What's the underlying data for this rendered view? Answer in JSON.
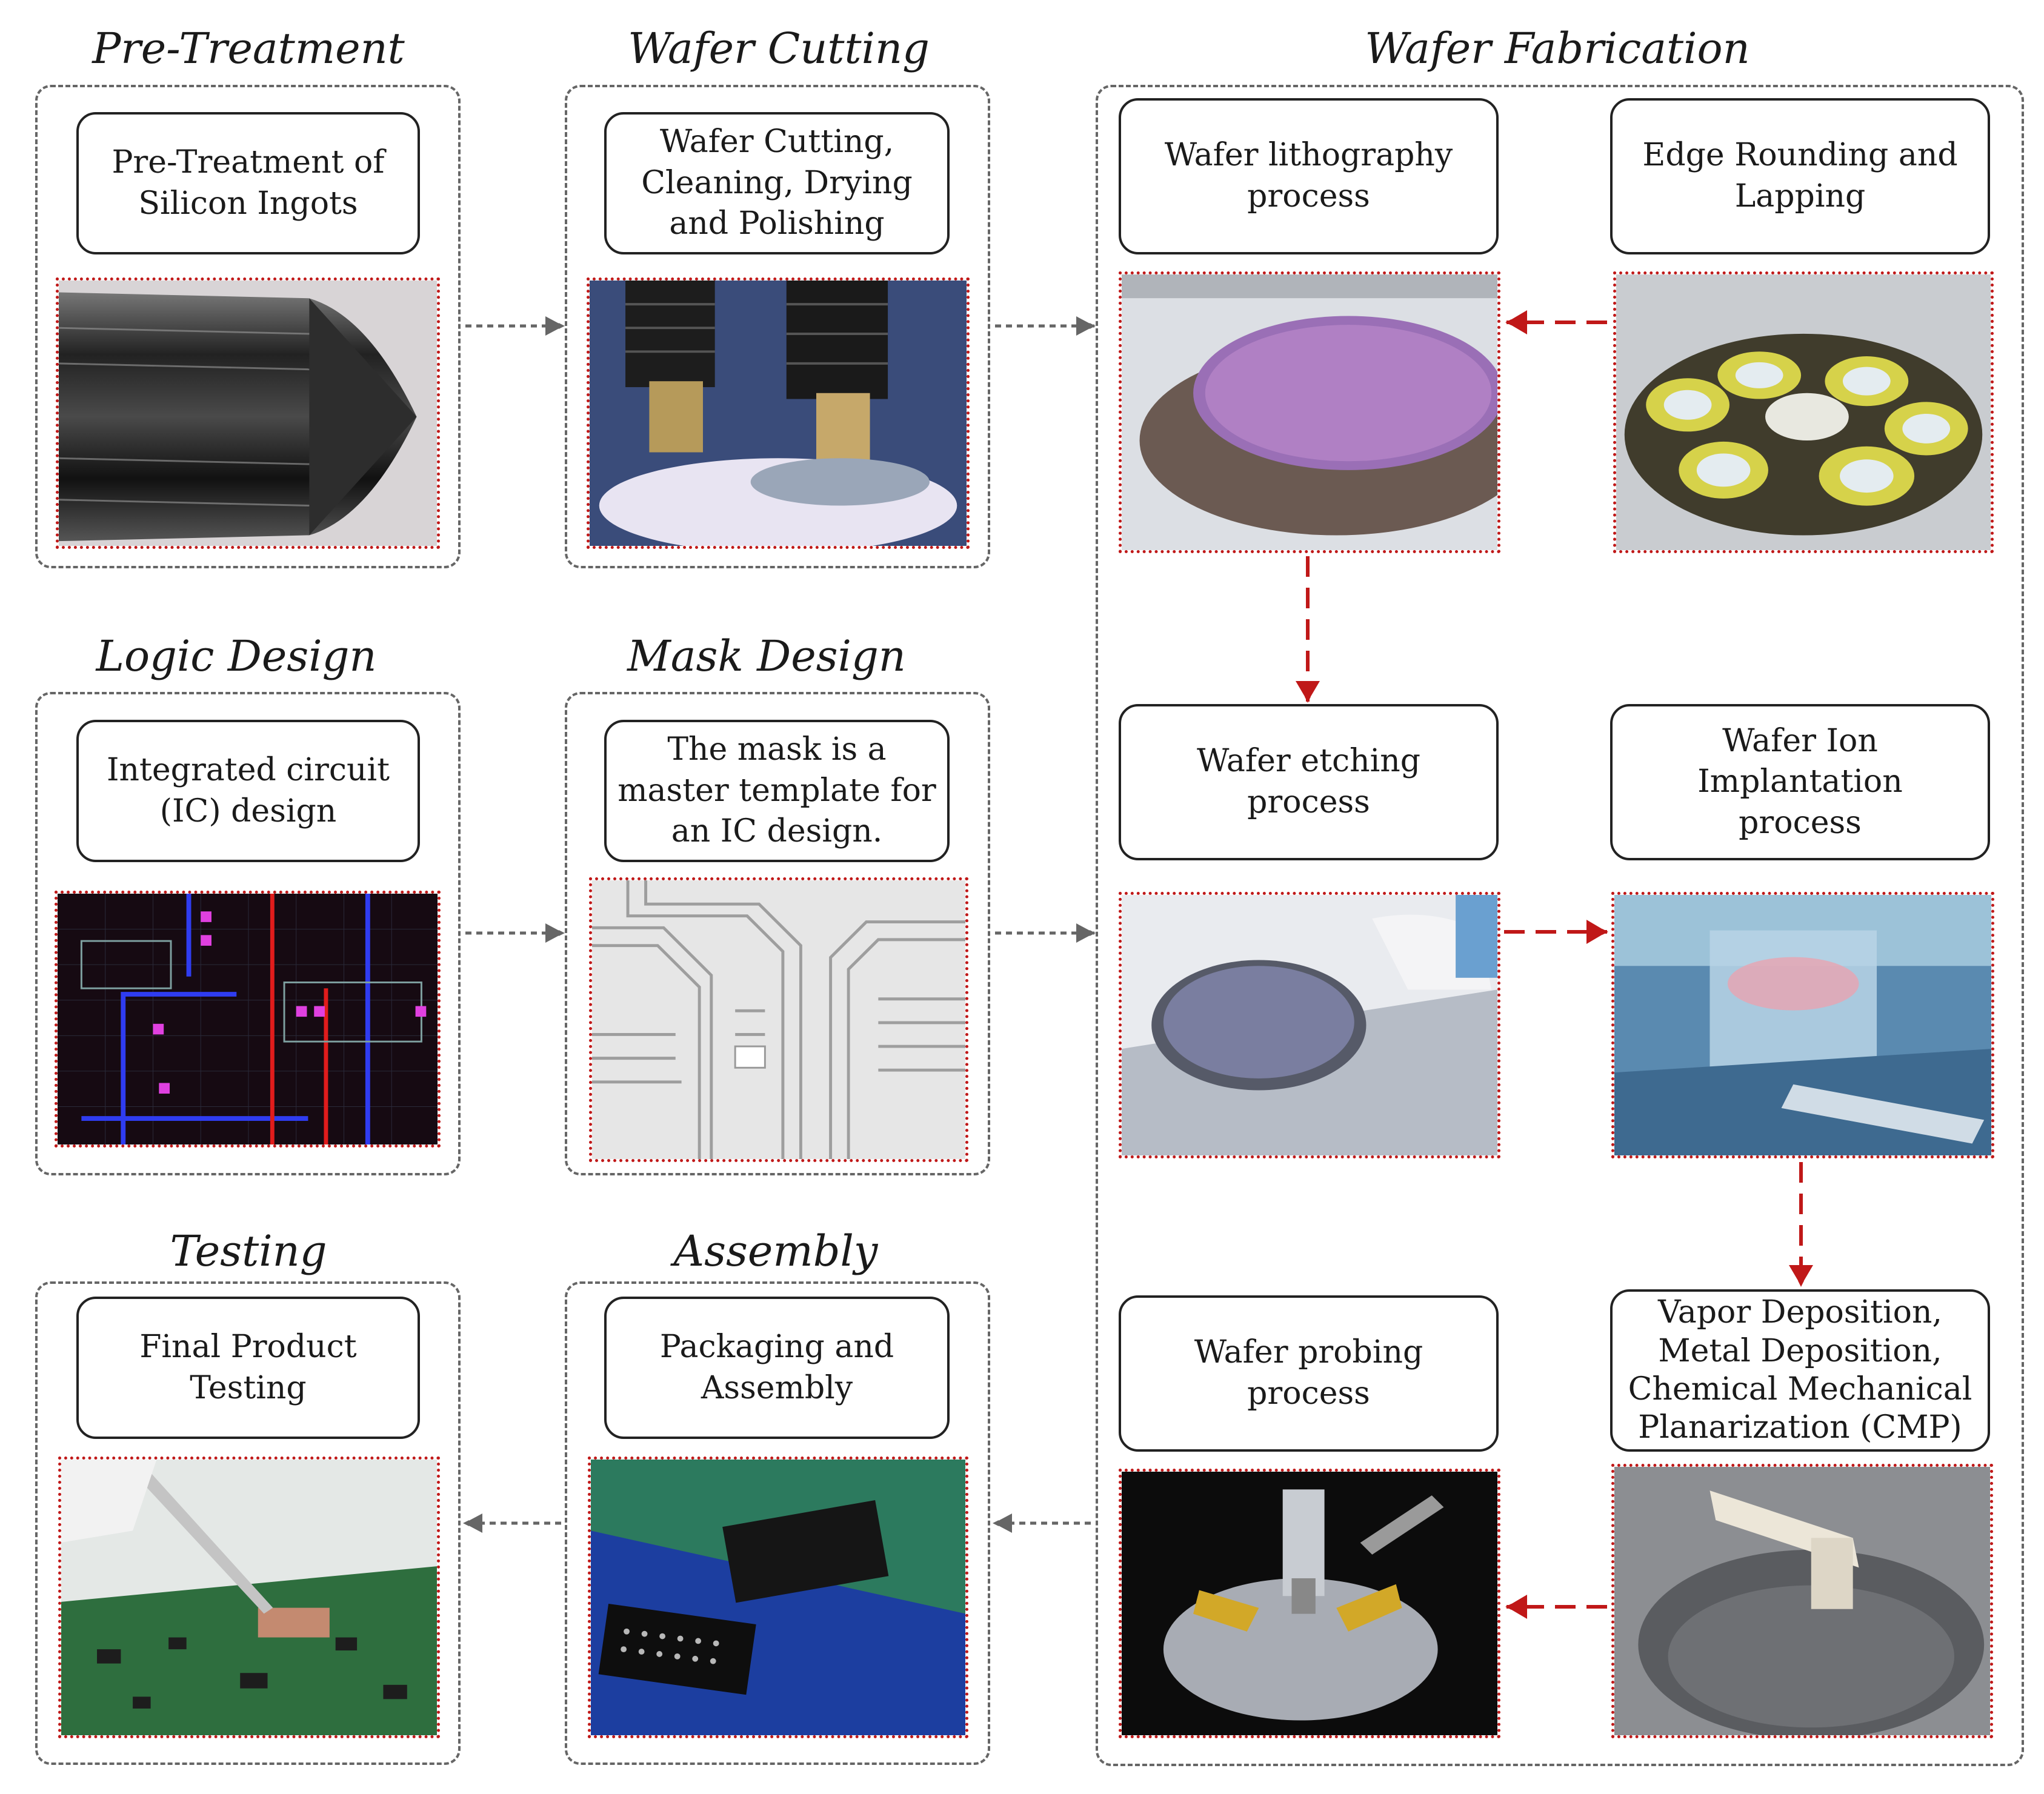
{
  "stages": {
    "pre_treatment": {
      "title": "Pre-Treatment",
      "box": "Pre-Treatment of\nSilicon Ingots"
    },
    "wafer_cutting": {
      "title": "Wafer Cutting",
      "box": "Wafer Cutting,\nCleaning, Drying\nand Polishing"
    },
    "logic_design": {
      "title": "Logic Design",
      "box": "Integrated circuit\n(IC) design"
    },
    "mask_design": {
      "title": "Mask Design",
      "box": "The mask is a\nmaster template for\nan IC design."
    },
    "testing": {
      "title": "Testing",
      "box": "Final Product\nTesting"
    },
    "assembly": {
      "title": "Assembly",
      "box": "Packaging and\nAssembly"
    }
  },
  "wafer_fabrication": {
    "title": "Wafer Fabrication",
    "lithography": "Wafer lithography\nprocess",
    "edge_rounding": "Edge Rounding and\nLapping",
    "etching": "Wafer etching process",
    "ion_implantation": "Wafer Ion Implantation\nprocess",
    "deposition": "Vapor Deposition,\nMetal Deposition,\nChemical Mechanical\nPlanarization (CMP)",
    "probing": "Wafer probing process"
  },
  "colors": {
    "flow_arrow": "#666666",
    "fab_arrow": "#c01818",
    "photo_border": "#c01818"
  }
}
